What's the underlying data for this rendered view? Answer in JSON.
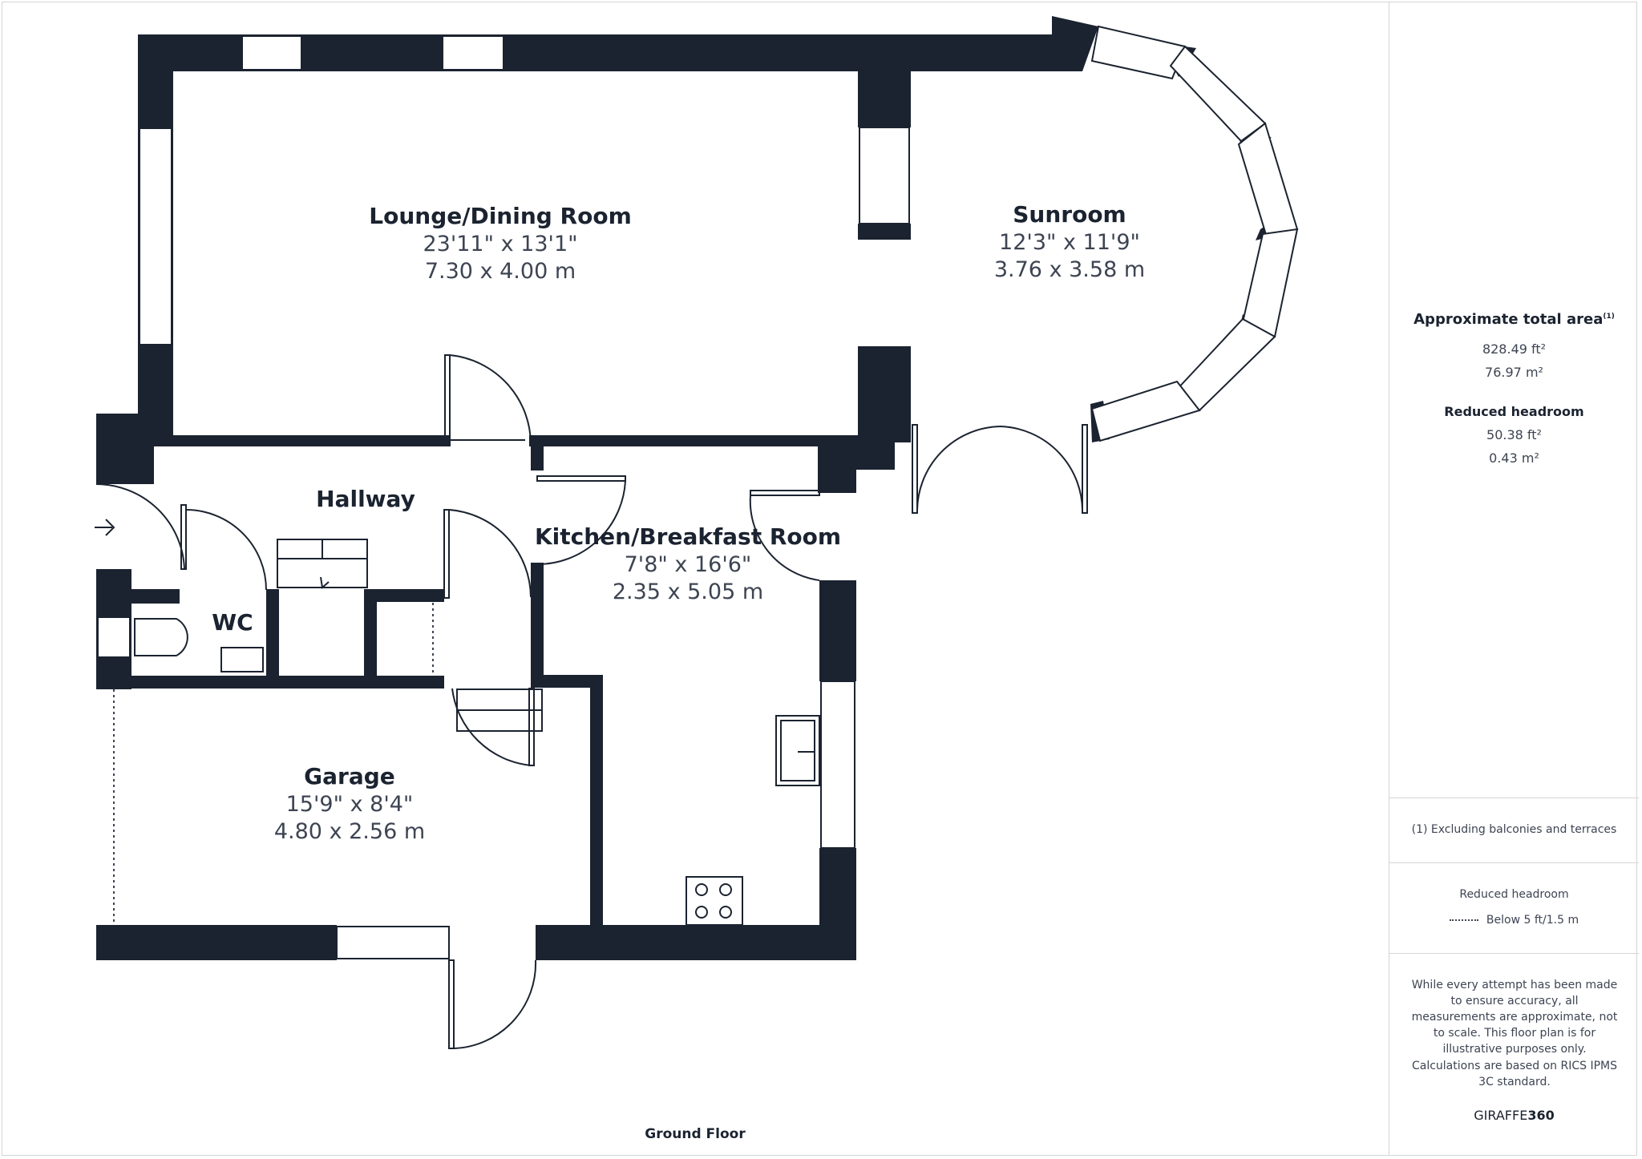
{
  "rooms": {
    "lounge": {
      "name": "Lounge/Dining Room",
      "imperial": "23'11\" x 13'1\"",
      "metric": "7.30 x 4.00 m"
    },
    "sunroom": {
      "name": "Sunroom",
      "imperial": "12'3\" x 11'9\"",
      "metric": "3.76 x 3.58 m"
    },
    "hallway": {
      "name": "Hallway"
    },
    "kitchen": {
      "name": "Kitchen/Breakfast Room",
      "imperial": "7'8\" x 16'6\"",
      "metric": "2.35 x 5.05 m"
    },
    "wc": {
      "name": "WC"
    },
    "garage": {
      "name": "Garage",
      "imperial": "15'9\" x 8'4\"",
      "metric": "4.80 x 2.56 m"
    }
  },
  "floor": {
    "name": "Ground Floor"
  },
  "sidebar": {
    "total_area": {
      "title": "Approximate total area",
      "footnote_mark": "(1)",
      "ft": "828.49 ft²",
      "m": "76.97 m²"
    },
    "reduced": {
      "title": "Reduced headroom",
      "ft": "50.38 ft²",
      "m": "0.43 m²"
    },
    "footnote": "(1) Excluding balconies and terraces",
    "legend": {
      "title": "Reduced headroom",
      "item": "Below 5 ft/1.5 m"
    },
    "disclaimer": "While every attempt has been made to ensure accuracy, all measurements are approximate, not to scale. This floor plan is for illustrative purposes only.",
    "calculation": "Calculations are based on RICS IPMS 3C standard.",
    "brand_a": "GIRAFFE",
    "brand_b": "360"
  },
  "colors": {
    "wall": "#1b2330",
    "text": "#1b2330",
    "secondary_text": "#3d4452",
    "rule": "#d5d5d5"
  }
}
